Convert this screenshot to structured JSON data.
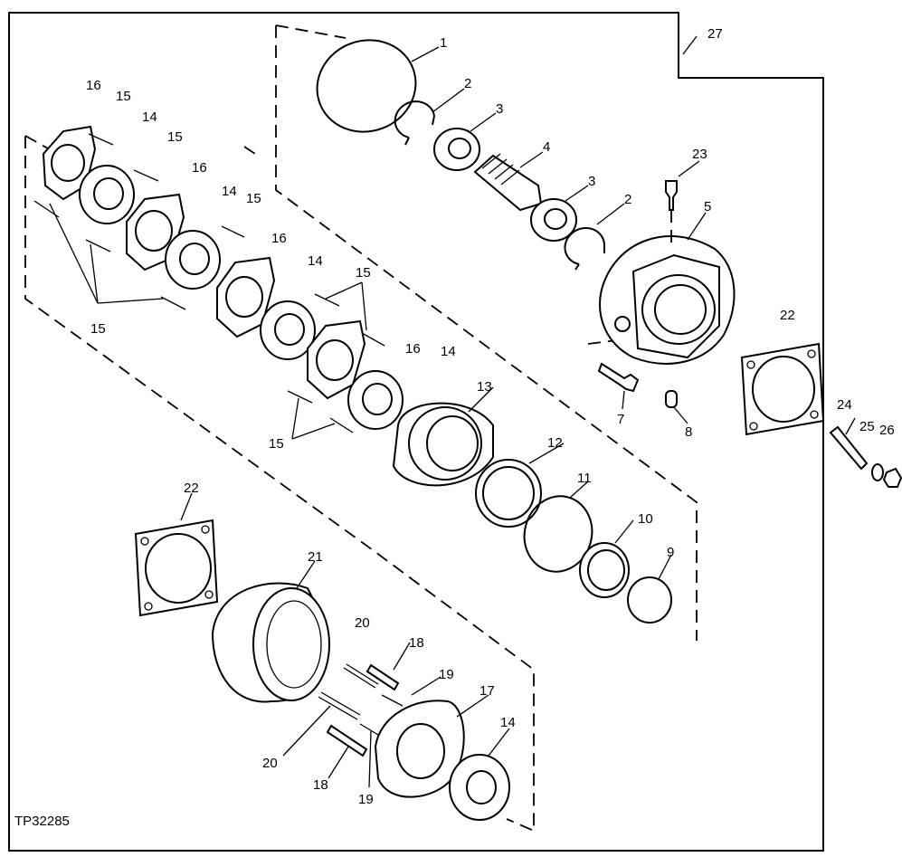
{
  "figure_id": "TP32285",
  "callouts": [
    "1",
    "2",
    "3",
    "4",
    "3",
    "2",
    "5",
    "23",
    "22",
    "7",
    "8",
    "24",
    "25",
    "26",
    "27",
    "16",
    "15",
    "14",
    "15",
    "16",
    "14",
    "15",
    "16",
    "14",
    "15",
    "15",
    "16",
    "14",
    "15",
    "15",
    "13",
    "12",
    "11",
    "10",
    "9",
    "22",
    "21",
    "20",
    "18",
    "19",
    "17",
    "14",
    "20",
    "18",
    "19"
  ]
}
